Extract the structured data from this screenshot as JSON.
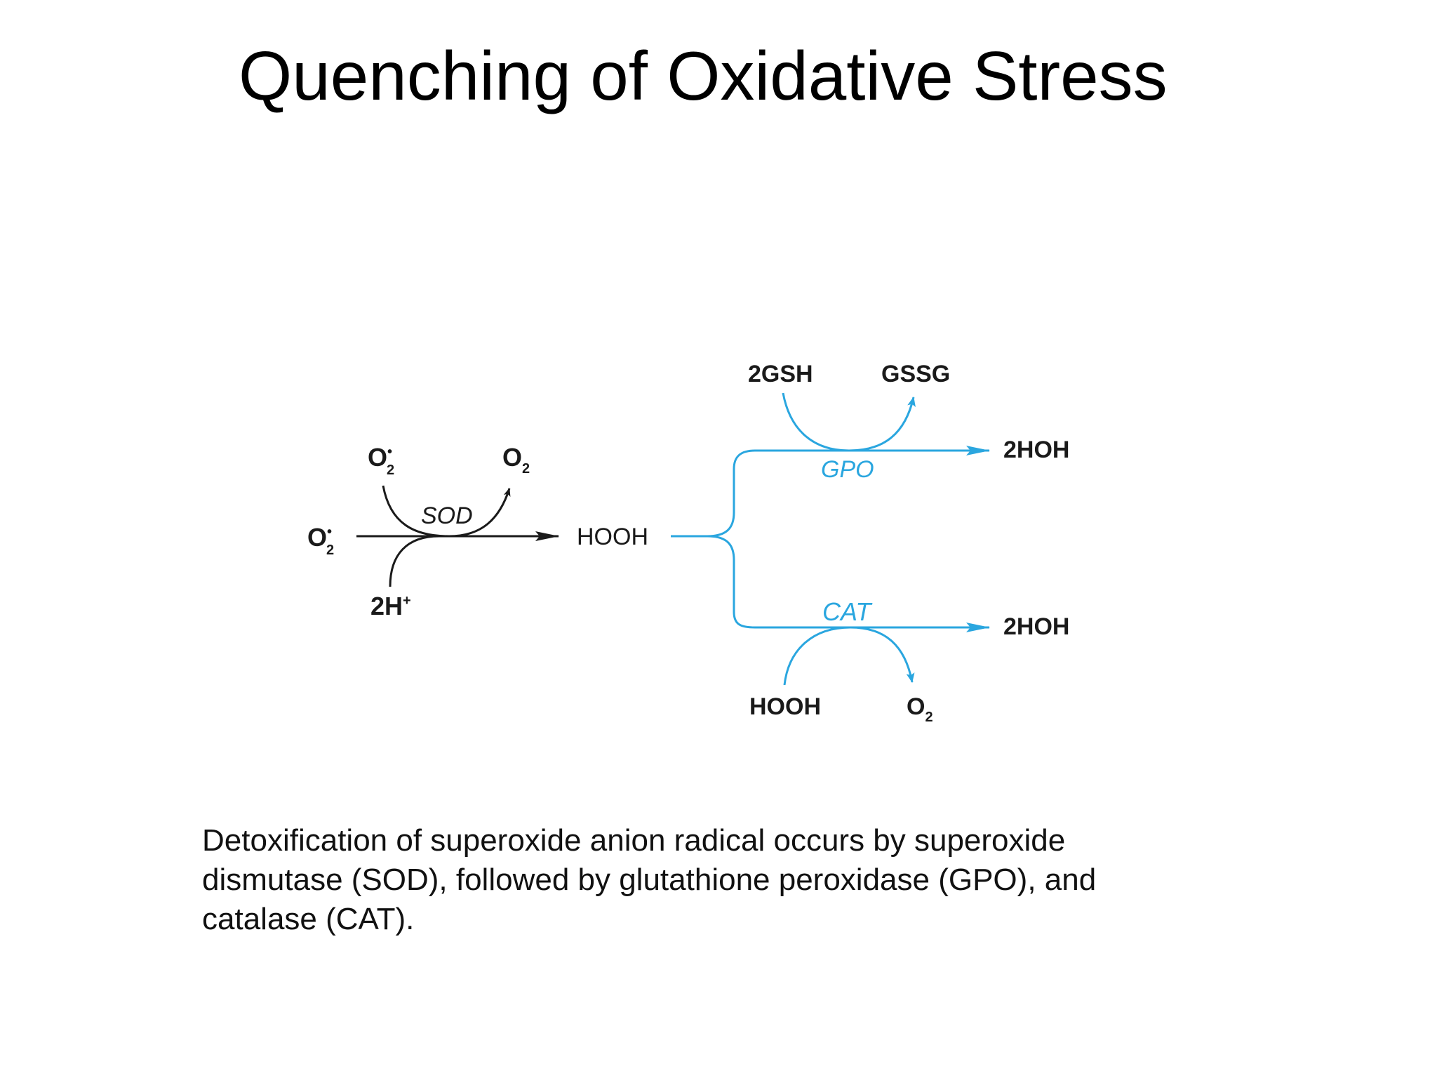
{
  "title": "Quenching of Oxidative Stress",
  "diagram": {
    "colors": {
      "black": "#1a1a1a",
      "blue": "#2aa6df"
    },
    "sod": {
      "substrate": "O",
      "substrate_sup": "•",
      "substrate_sub": "2",
      "cosubstrate": "O",
      "cosubstrate_sup": "•",
      "cosubstrate_sub": "2",
      "coproduct": "O",
      "coproduct_sub": "2",
      "proton": "2H",
      "proton_sup": "+",
      "enzyme": "SOD",
      "product": "HOOH"
    },
    "gpo": {
      "input": "2GSH",
      "output": "GSSG",
      "enzyme": "GPO",
      "product": "2HOH"
    },
    "cat": {
      "input": "HOOH",
      "output": "O",
      "output_sub": "2",
      "enzyme": "CAT",
      "product": "2HOH"
    }
  },
  "caption": "Detoxification of superoxide anion radical occurs by superoxide dismutase (SOD), followed by glutathione peroxidase (GPO), and catalase (CAT)."
}
